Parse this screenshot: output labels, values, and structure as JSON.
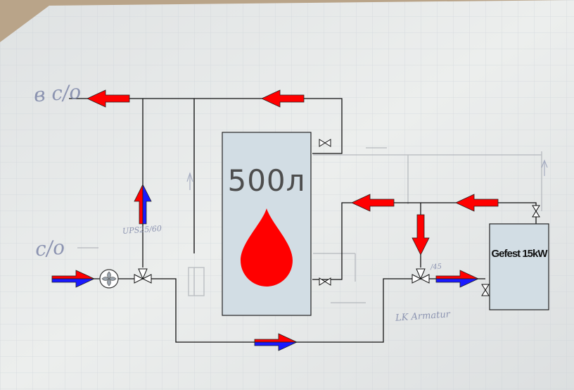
{
  "tank": {
    "volume_label": "500л"
  },
  "boiler": {
    "label": "Gefest 15kW"
  },
  "handwriting": {
    "supply_to_heating": "в с/о",
    "return_from_heating": "с/о",
    "pump_model": "UPS25/60",
    "valve_brand": "LK Armatur",
    "valve_mark": "/45"
  },
  "colors": {
    "hot": "#ff0000",
    "cold": "#1a1aff",
    "pipe": "#111111",
    "tank_fill": "#d2dde4",
    "paper": "#e9ebea"
  },
  "icons": [
    "arrow-left-hot",
    "arrow-right-mixed",
    "arrow-up-mixed",
    "arrow-down-hot",
    "valve-icon",
    "pump-icon",
    "drop-icon"
  ]
}
